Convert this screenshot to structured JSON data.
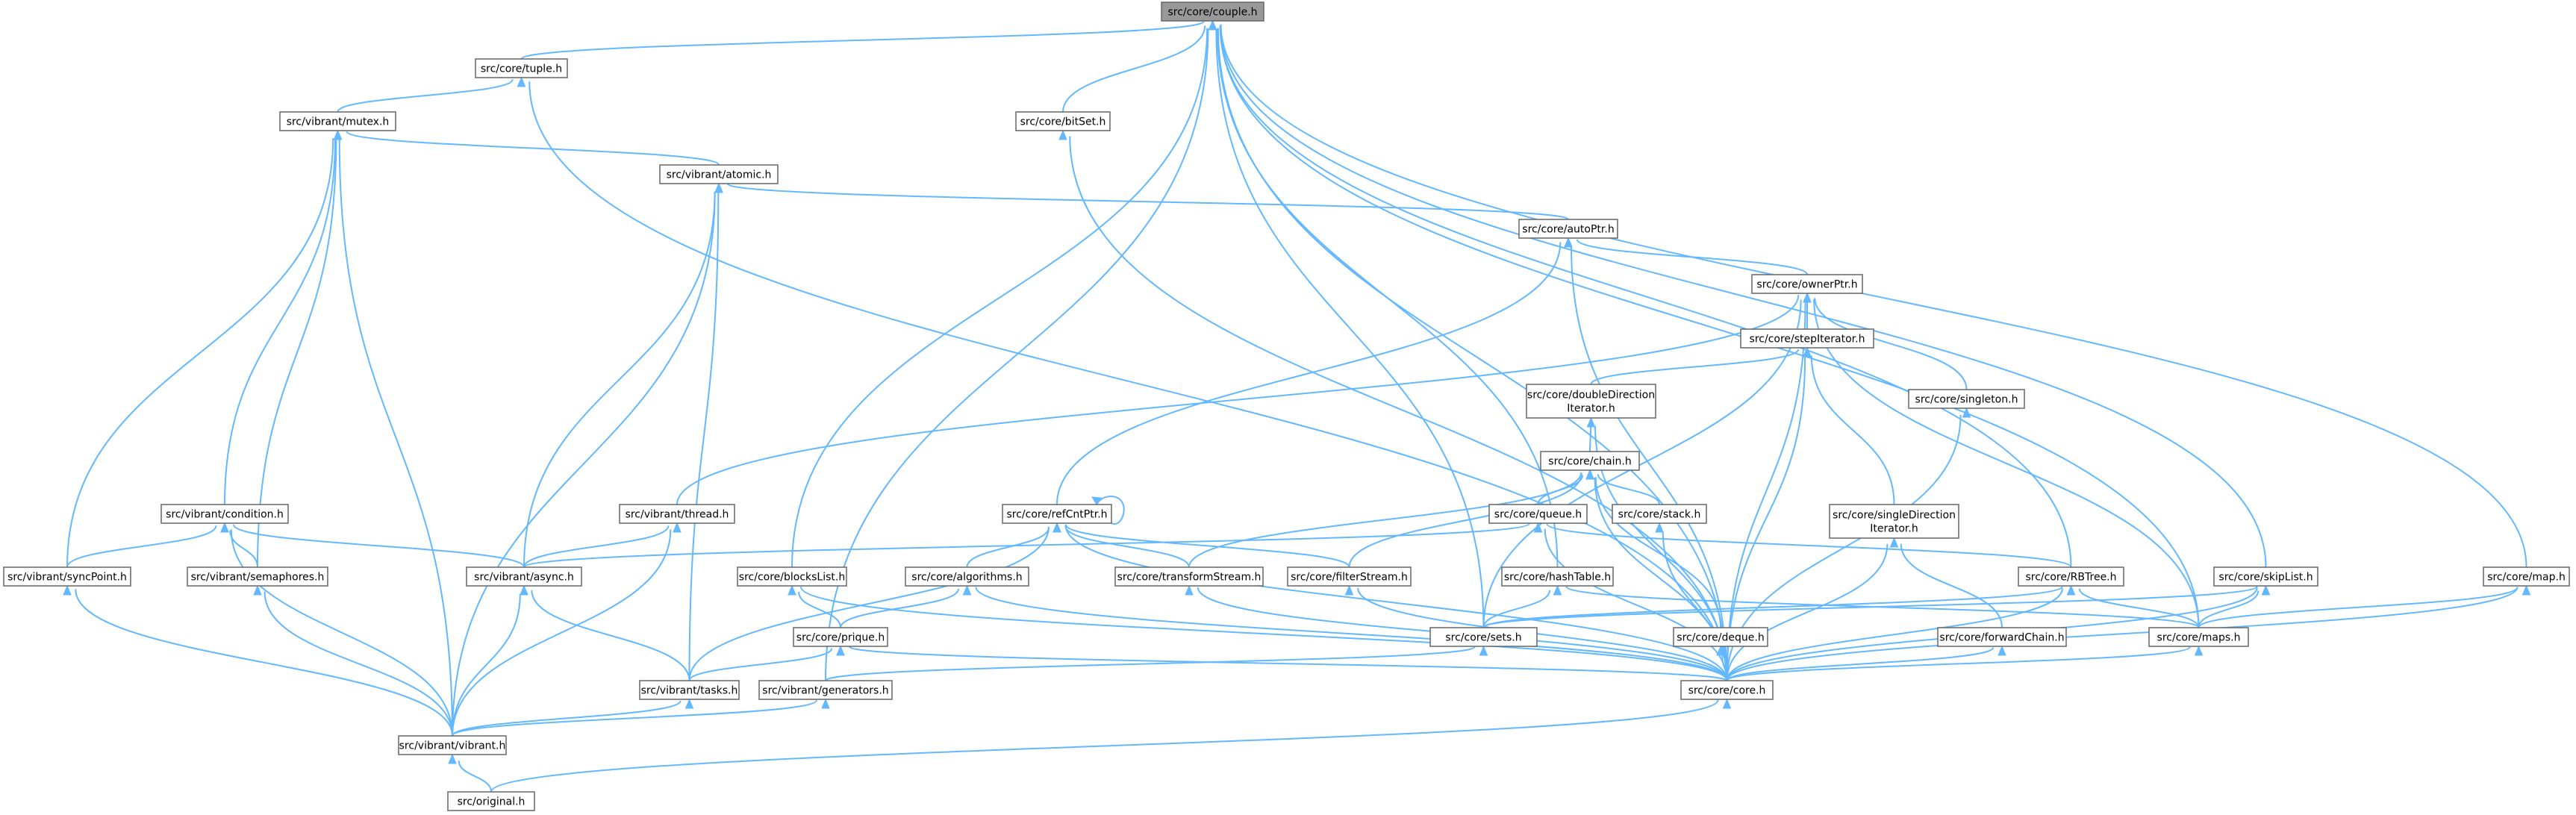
{
  "graph": {
    "root": "src/core/couple.h",
    "colors": {
      "edge": "#63b8ff",
      "node_border": "#666666",
      "root_fill": "#999999",
      "node_fill": "#ffffff",
      "text": "#000000"
    },
    "nodes": [
      {
        "id": "couple",
        "lines": [
          "src/core/couple.h"
        ],
        "root": true
      },
      {
        "id": "tuple",
        "lines": [
          "src/core/tuple.h"
        ]
      },
      {
        "id": "mutex",
        "lines": [
          "src/vibrant/mutex.h"
        ]
      },
      {
        "id": "bitset",
        "lines": [
          "src/core/bitSet.h"
        ]
      },
      {
        "id": "atomic",
        "lines": [
          "src/vibrant/atomic.h"
        ]
      },
      {
        "id": "autoptr",
        "lines": [
          "src/core/autoPtr.h"
        ]
      },
      {
        "id": "ownerptr",
        "lines": [
          "src/core/ownerPtr.h"
        ]
      },
      {
        "id": "stepiterator",
        "lines": [
          "src/core/stepIterator.h"
        ]
      },
      {
        "id": "doubledir",
        "lines": [
          "src/core/doubleDirection",
          "Iterator.h"
        ]
      },
      {
        "id": "singleton",
        "lines": [
          "src/core/singleton.h"
        ]
      },
      {
        "id": "chain",
        "lines": [
          "src/core/chain.h"
        ]
      },
      {
        "id": "condition",
        "lines": [
          "src/vibrant/condition.h"
        ]
      },
      {
        "id": "thread",
        "lines": [
          "src/vibrant/thread.h"
        ]
      },
      {
        "id": "refcntptr",
        "lines": [
          "src/core/refCntPtr.h"
        ]
      },
      {
        "id": "queue",
        "lines": [
          "src/core/queue.h"
        ]
      },
      {
        "id": "stack",
        "lines": [
          "src/core/stack.h"
        ]
      },
      {
        "id": "singledir",
        "lines": [
          "src/core/singleDirection",
          "Iterator.h"
        ]
      },
      {
        "id": "syncpoint",
        "lines": [
          "src/vibrant/syncPoint.h"
        ]
      },
      {
        "id": "semaphores",
        "lines": [
          "src/vibrant/semaphores.h"
        ]
      },
      {
        "id": "async",
        "lines": [
          "src/vibrant/async.h"
        ]
      },
      {
        "id": "blockslist",
        "lines": [
          "src/core/blocksList.h"
        ]
      },
      {
        "id": "algorithms",
        "lines": [
          "src/core/algorithms.h"
        ]
      },
      {
        "id": "transformstream",
        "lines": [
          "src/core/transformStream.h"
        ]
      },
      {
        "id": "filterstream",
        "lines": [
          "src/core/filterStream.h"
        ]
      },
      {
        "id": "hashtable",
        "lines": [
          "src/core/hashTable.h"
        ]
      },
      {
        "id": "rbtree",
        "lines": [
          "src/core/RBTree.h"
        ]
      },
      {
        "id": "skiplist",
        "lines": [
          "src/core/skipList.h"
        ]
      },
      {
        "id": "map",
        "lines": [
          "src/core/map.h"
        ]
      },
      {
        "id": "prique",
        "lines": [
          "src/core/prique.h"
        ]
      },
      {
        "id": "sets",
        "lines": [
          "src/core/sets.h"
        ]
      },
      {
        "id": "deque",
        "lines": [
          "src/core/deque.h"
        ]
      },
      {
        "id": "forwardchain",
        "lines": [
          "src/core/forwardChain.h"
        ]
      },
      {
        "id": "maps",
        "lines": [
          "src/core/maps.h"
        ]
      },
      {
        "id": "tasks",
        "lines": [
          "src/vibrant/tasks.h"
        ]
      },
      {
        "id": "generators",
        "lines": [
          "src/vibrant/generators.h"
        ]
      },
      {
        "id": "core",
        "lines": [
          "src/core/core.h"
        ]
      },
      {
        "id": "vibrant",
        "lines": [
          "src/vibrant/vibrant.h"
        ]
      },
      {
        "id": "original",
        "lines": [
          "src/original.h"
        ]
      }
    ],
    "edges": [
      [
        "tuple",
        "couple"
      ],
      [
        "bitset",
        "couple"
      ],
      [
        "sets",
        "couple"
      ],
      [
        "hashtable",
        "couple"
      ],
      [
        "blockslist",
        "couple"
      ],
      [
        "generators",
        "couple"
      ],
      [
        "rbtree",
        "couple"
      ],
      [
        "maps",
        "couple"
      ],
      [
        "skiplist",
        "couple"
      ],
      [
        "map",
        "couple"
      ],
      [
        "core",
        "couple"
      ],
      [
        "mutex",
        "tuple"
      ],
      [
        "core",
        "tuple"
      ],
      [
        "atomic",
        "mutex"
      ],
      [
        "condition",
        "mutex"
      ],
      [
        "semaphores",
        "mutex"
      ],
      [
        "syncpoint",
        "mutex"
      ],
      [
        "vibrant",
        "mutex"
      ],
      [
        "core",
        "bitset"
      ],
      [
        "autoptr",
        "atomic"
      ],
      [
        "async",
        "atomic"
      ],
      [
        "tasks",
        "atomic"
      ],
      [
        "vibrant",
        "atomic"
      ],
      [
        "ownerptr",
        "autoptr"
      ],
      [
        "refcntptr",
        "autoptr"
      ],
      [
        "core",
        "autoptr"
      ],
      [
        "stepiterator",
        "ownerptr"
      ],
      [
        "singleton",
        "ownerptr"
      ],
      [
        "thread",
        "ownerptr"
      ],
      [
        "sets",
        "ownerptr"
      ],
      [
        "maps",
        "ownerptr"
      ],
      [
        "core",
        "ownerptr"
      ],
      [
        "doubledir",
        "stepiterator"
      ],
      [
        "singledir",
        "stepiterator"
      ],
      [
        "core",
        "stepiterator"
      ],
      [
        "chain",
        "doubledir"
      ],
      [
        "core",
        "doubledir"
      ],
      [
        "core",
        "singleton"
      ],
      [
        "queue",
        "chain"
      ],
      [
        "stack",
        "chain"
      ],
      [
        "transformstream",
        "chain"
      ],
      [
        "filterstream",
        "chain"
      ],
      [
        "deque",
        "chain"
      ],
      [
        "core",
        "chain"
      ],
      [
        "syncpoint",
        "condition"
      ],
      [
        "semaphores",
        "condition"
      ],
      [
        "async",
        "condition"
      ],
      [
        "vibrant",
        "condition"
      ],
      [
        "async",
        "thread"
      ],
      [
        "vibrant",
        "thread"
      ],
      [
        "refcntptr",
        "refcntptr"
      ],
      [
        "algorithms",
        "refcntptr"
      ],
      [
        "transformstream",
        "refcntptr"
      ],
      [
        "filterstream",
        "refcntptr"
      ],
      [
        "tasks",
        "refcntptr"
      ],
      [
        "core",
        "refcntptr"
      ],
      [
        "async",
        "queue"
      ],
      [
        "rbtree",
        "queue"
      ],
      [
        "core",
        "queue"
      ],
      [
        "core",
        "stack"
      ],
      [
        "forwardchain",
        "singledir"
      ],
      [
        "core",
        "singledir"
      ],
      [
        "vibrant",
        "syncpoint"
      ],
      [
        "vibrant",
        "semaphores"
      ],
      [
        "tasks",
        "async"
      ],
      [
        "vibrant",
        "async"
      ],
      [
        "prique",
        "blockslist"
      ],
      [
        "core",
        "blockslist"
      ],
      [
        "prique",
        "algorithms"
      ],
      [
        "core",
        "algorithms"
      ],
      [
        "core",
        "transformstream"
      ],
      [
        "core",
        "filterstream"
      ],
      [
        "sets",
        "hashtable"
      ],
      [
        "maps",
        "hashtable"
      ],
      [
        "sets",
        "rbtree"
      ],
      [
        "maps",
        "rbtree"
      ],
      [
        "core",
        "rbtree"
      ],
      [
        "sets",
        "skiplist"
      ],
      [
        "maps",
        "skiplist"
      ],
      [
        "core",
        "skiplist"
      ],
      [
        "maps",
        "map"
      ],
      [
        "core",
        "map"
      ],
      [
        "tasks",
        "prique"
      ],
      [
        "core",
        "prique"
      ],
      [
        "generators",
        "sets"
      ],
      [
        "core",
        "deque"
      ],
      [
        "core",
        "forwardchain"
      ],
      [
        "core",
        "maps"
      ],
      [
        "vibrant",
        "tasks"
      ],
      [
        "vibrant",
        "generators"
      ],
      [
        "original",
        "core"
      ],
      [
        "original",
        "vibrant"
      ]
    ]
  }
}
